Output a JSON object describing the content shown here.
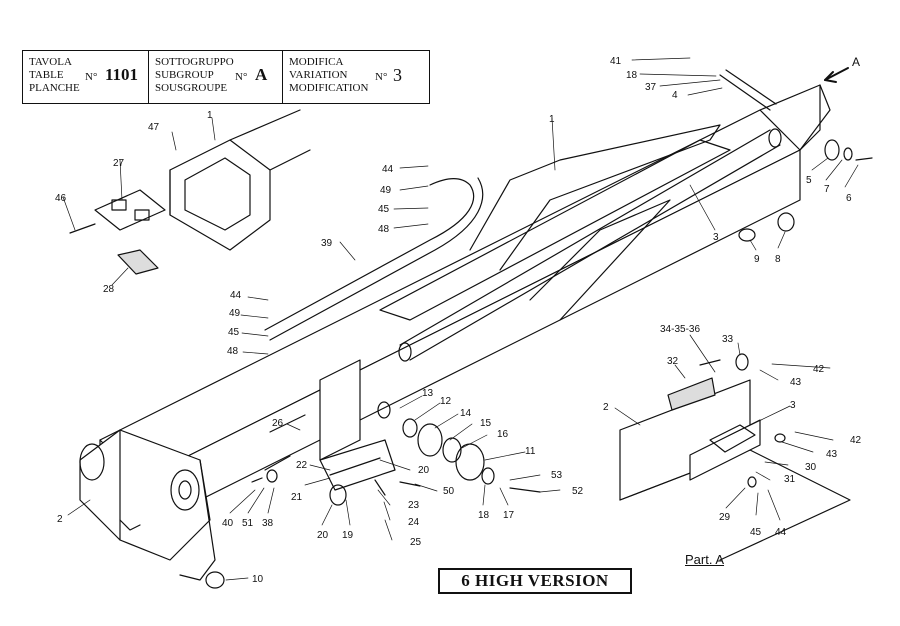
{
  "header": {
    "table": {
      "labels": [
        "TAVOLA",
        "TABLE",
        "PLANCHE"
      ],
      "no_label": "N°",
      "value": "1101"
    },
    "subgroup": {
      "labels": [
        "SOTTOGRUPPO",
        "SUBGROUP",
        "SOUSGROUPE"
      ],
      "no_label": "N°",
      "value": "A"
    },
    "variation": {
      "labels": [
        "MODIFICA",
        "VARIATION",
        "MODIFICATION"
      ],
      "no_label": "N°",
      "value": "3"
    }
  },
  "caption": "6 HIGH VERSION",
  "part_label": "Part. A",
  "view_arrow_label": "A",
  "callouts": {
    "c41": "41",
    "c18a": "18",
    "c37": "37",
    "c4": "4",
    "c1a": "1",
    "c47": "47",
    "c1b": "1",
    "c27": "27",
    "c46": "46",
    "c28": "28",
    "c44a": "44",
    "c49a": "49",
    "c45a": "45",
    "c48a": "48",
    "c39": "39",
    "c44b": "44",
    "c49b": "49",
    "c45b": "45",
    "c48b": "48",
    "c3a": "3",
    "c5": "5",
    "c7": "7",
    "c6": "6",
    "c9": "9",
    "c8": "8",
    "c343536": "34-35-36",
    "c33": "33",
    "c32": "32",
    "c42a": "42",
    "c43a": "43",
    "c2a": "2",
    "c3b": "3",
    "c42b": "42",
    "c43b": "43",
    "c30": "30",
    "c31": "31",
    "c29": "29",
    "c45c": "45",
    "c44c": "44",
    "c13": "13",
    "c12": "12",
    "c14": "14",
    "c15": "15",
    "c16": "16",
    "c11": "11",
    "c53": "53",
    "c52": "52",
    "c26": "26",
    "c22": "22",
    "c21": "21",
    "c20a": "20",
    "c50": "50",
    "c23": "23",
    "c24": "24",
    "c25": "25",
    "c19": "19",
    "c20b": "20",
    "c18b": "18",
    "c17": "17",
    "c40": "40",
    "c51": "51",
    "c38": "38",
    "c2b": "2",
    "c10": "10"
  }
}
